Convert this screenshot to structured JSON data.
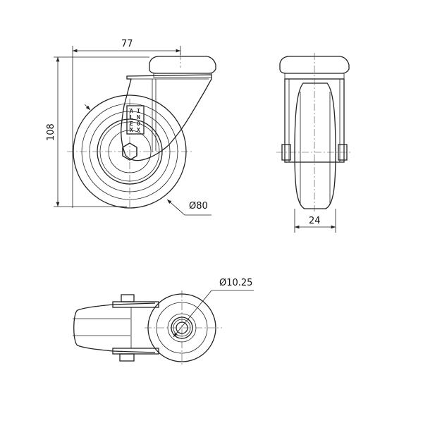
{
  "drawing": {
    "front_view": {
      "width_dim": "77",
      "height_dim": "108",
      "wheel_diameter_dim": "Ø80",
      "label_col1": [
        "A",
        "L",
        "E",
        "X"
      ],
      "label_col2": [
        "I",
        "N",
        "O",
        "X"
      ]
    },
    "side_view": {
      "wheel_width_dim": "24"
    },
    "bottom_view": {
      "bore_diameter_dim": "Ø10.25"
    }
  }
}
